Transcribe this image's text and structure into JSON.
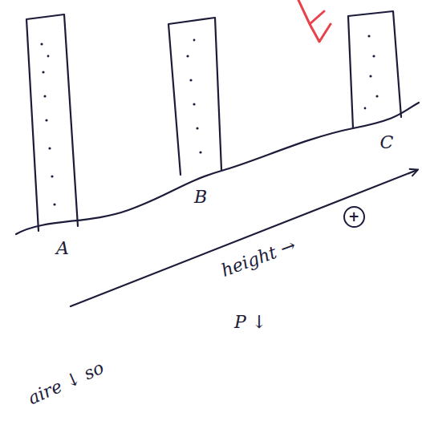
{
  "diagram": {
    "nodes": [
      {
        "text": [
          "+"
        ]
      }
    ],
    "labels": [
      "A",
      "B",
      "C",
      "height →",
      "P ↓",
      "aire ↓ so"
    ]
  }
}
